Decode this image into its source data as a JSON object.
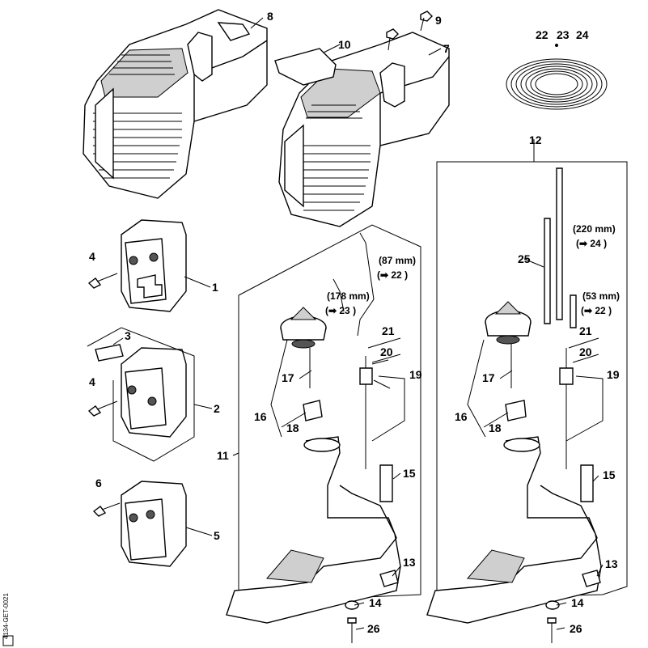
{
  "labels": {
    "l1": "1",
    "l2": "2",
    "l3": "3",
    "l4a": "4",
    "l4b": "4",
    "l5": "5",
    "l6": "6",
    "l7": "7",
    "l8": "8",
    "l9": "9",
    "l10": "10",
    "l11": "11",
    "l12": "12",
    "l13a": "13",
    "l13b": "13",
    "l14a": "14",
    "l14b": "14",
    "l15a": "15",
    "l15b": "15",
    "l16a": "16",
    "l16b": "16",
    "l17a": "17",
    "l17b": "17",
    "l18a": "18",
    "l18b": "18",
    "l19a": "19",
    "l19b": "19",
    "l20a": "20",
    "l20b": "20",
    "l21a": "21",
    "l21b": "21",
    "l22": "22",
    "l23": "23",
    "l24": "24",
    "l25": "25",
    "l26a": "26",
    "l26b": "26"
  },
  "notes": {
    "n87": "(87 mm)",
    "n87ref": "(➡ 22 )",
    "n178": "(178 mm)",
    "n178ref": "(➡ 23 )",
    "n220": "(220 mm)",
    "n220ref": "(➡ 24 )",
    "n53": "(53 mm)",
    "n53ref": "(➡ 22 )"
  },
  "code": "4134-GET-0021"
}
